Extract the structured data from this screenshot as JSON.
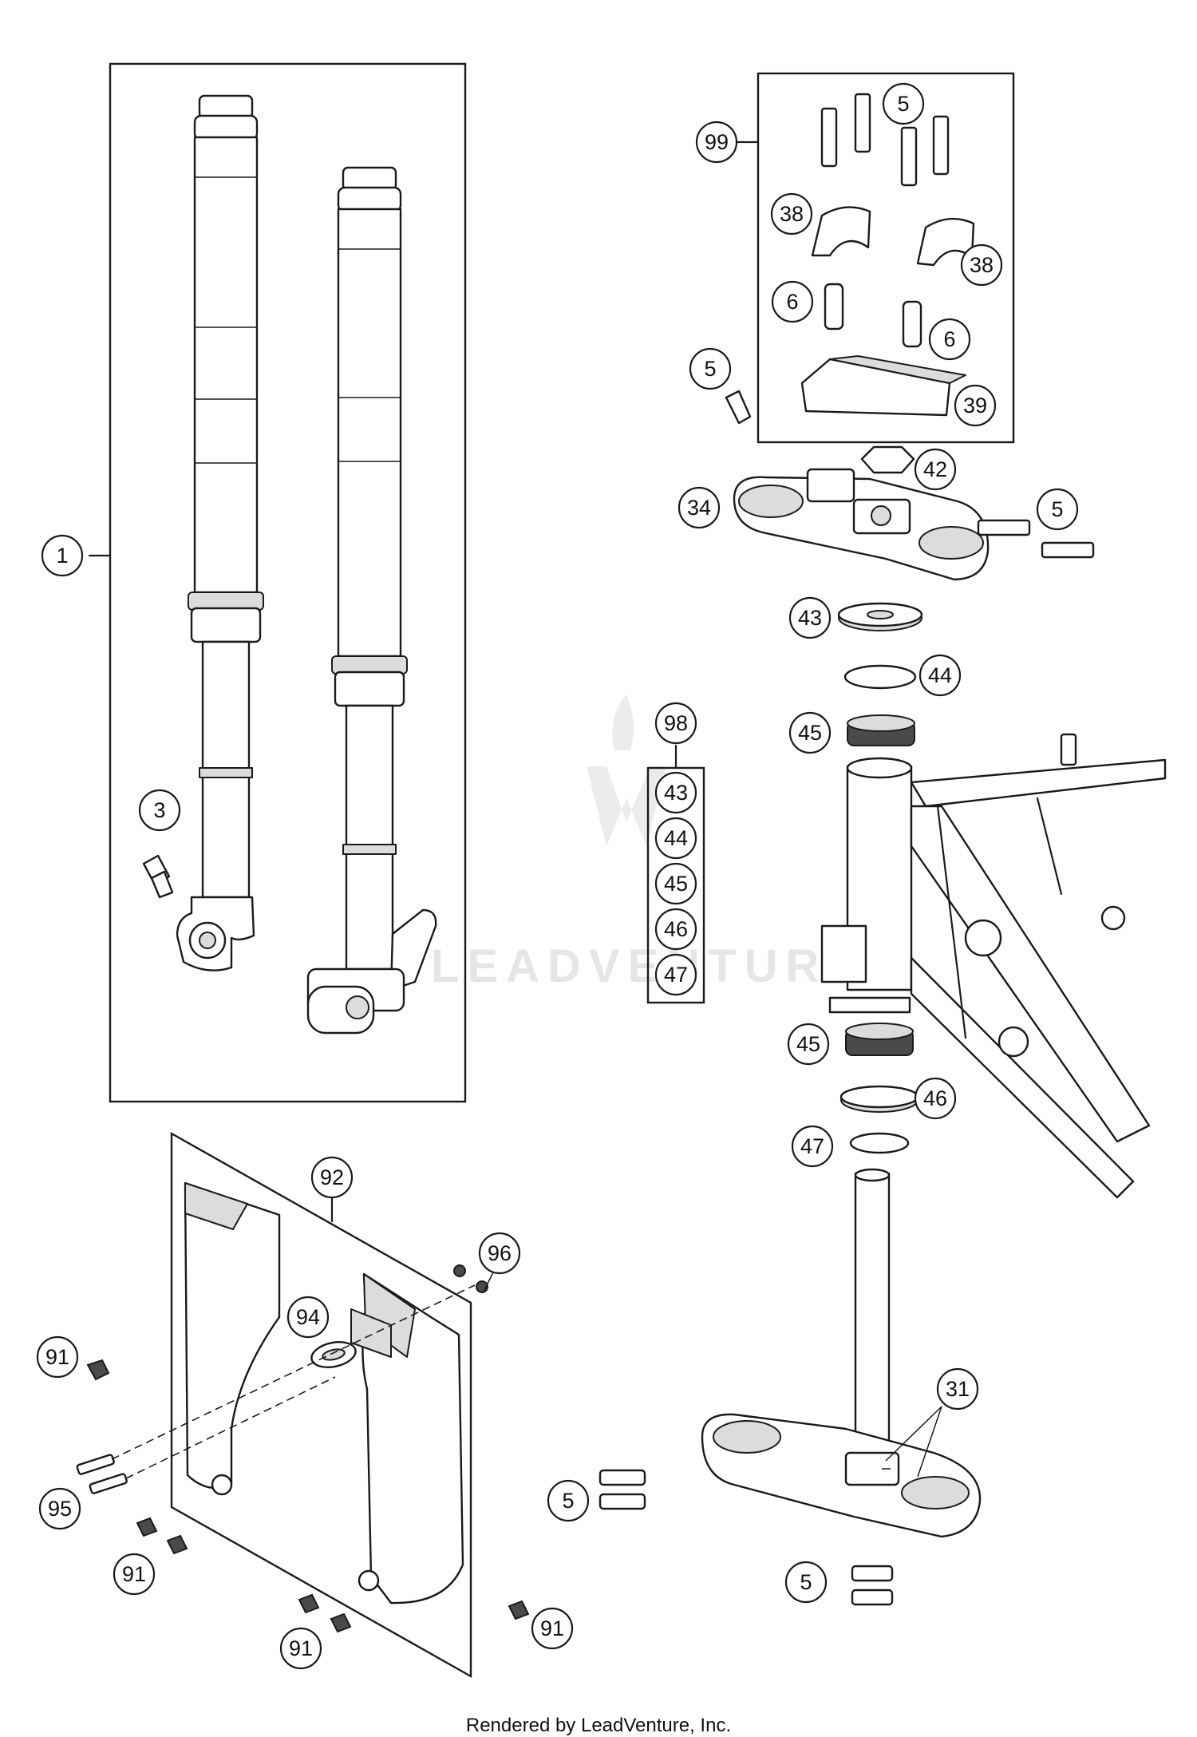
{
  "watermark": {
    "text": "LEADVENTURE"
  },
  "footer": {
    "text": "Rendered by LeadVenture, Inc."
  },
  "callouts": {
    "c1": "1",
    "c3": "3",
    "c5a": "5",
    "c5b": "5",
    "c5c": "5",
    "c5d": "5",
    "c5e": "5",
    "c6a": "6",
    "c6b": "6",
    "c31": "31",
    "c34": "34",
    "c38a": "38",
    "c38b": "38",
    "c39": "39",
    "c42": "42",
    "c43a": "43",
    "c43b": "43",
    "c44a": "44",
    "c44b": "44",
    "c45a": "45",
    "c45b": "45",
    "c45c": "45",
    "c46a": "46",
    "c46b": "46",
    "c47a": "47",
    "c47b": "47",
    "c91a": "91",
    "c91b": "91",
    "c91c": "91",
    "c91d": "91",
    "c92": "92",
    "c94": "94",
    "c95": "95",
    "c96": "96",
    "c98": "98",
    "c99": "99"
  }
}
